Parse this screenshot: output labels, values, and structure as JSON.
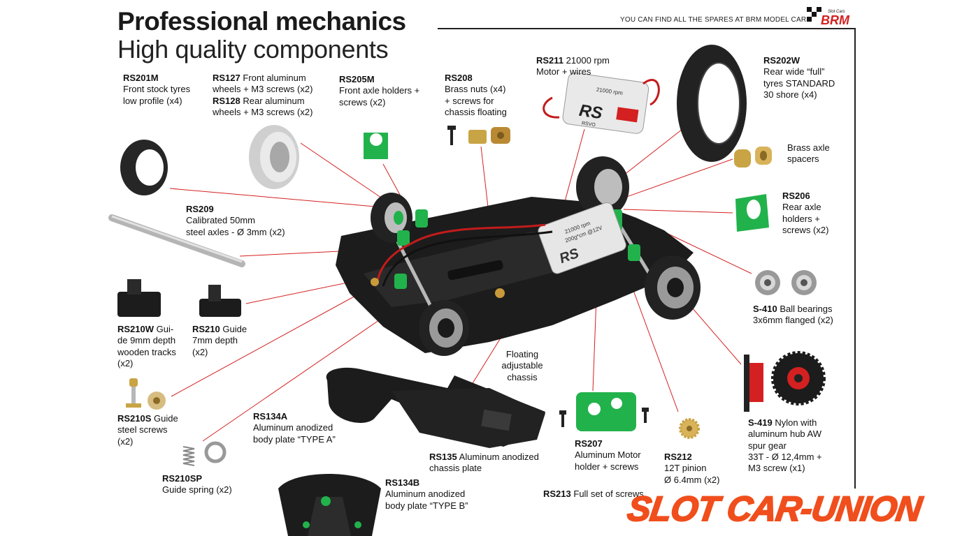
{
  "header": {
    "title": "Professional mechanics",
    "subtitle": "High quality components",
    "note": "YOU CAN FIND ALL THE SPARES AT BRM MODEL CARS",
    "logo_text": "BRM",
    "logo_small": "Slot Cars"
  },
  "parts": [
    {
      "code": "RS201M",
      "desc": "Front stock tyres\nlow profile (x4)"
    },
    {
      "code": "RS127",
      "desc": "Front aluminum\nwheels + M3 screws (x2)"
    },
    {
      "code": "RS128",
      "desc": "Rear aluminum\nwheels + M3 screws (x2)"
    },
    {
      "code": "RS205M",
      "desc": "Front axle holders +\nscrews (x2)"
    },
    {
      "code": "RS208",
      "desc": "Brass nuts (x4)\n+ screws for\nchassis floating"
    },
    {
      "code": "RS211",
      "desc": "21000 rpm\nMotor + wires"
    },
    {
      "code": "RS202W",
      "desc": "Rear wide “full”\ntyres STANDARD\n30 shore (x4)"
    },
    {
      "code": "",
      "desc": "Brass axle\nspacers"
    },
    {
      "code": "RS206",
      "desc": "Rear axle\nholders +\nscrews (x2)"
    },
    {
      "code": "RS209",
      "desc": "Calibrated 50mm\nsteel axles - Ø 3mm (x2)"
    },
    {
      "code": "S-410",
      "desc": "Ball bearings\n3x6mm flanged (x2)"
    },
    {
      "code": "RS210W",
      "desc": "Gui-\nde 9mm depth\nwooden tracks\n(x2)"
    },
    {
      "code": "RS210",
      "desc": "Guide\n7mm depth\n(x2)"
    },
    {
      "code": "",
      "desc": "Floating\nadjustable\nchassis"
    },
    {
      "code": "RS210S",
      "desc": "Guide\nsteel screws\n(x2)"
    },
    {
      "code": "RS134A",
      "desc": "Aluminum anodized\nbody plate “TYPE A”"
    },
    {
      "code": "S-419",
      "desc": "Nylon with\naluminum hub AW\nspur gear\n33T  - Ø 12,4mm +\nM3 screw (x1)"
    },
    {
      "code": "RS207",
      "desc": "Aluminum Motor\nholder + screws"
    },
    {
      "code": "RS212",
      "desc": "12T pinion\nØ 6.4mm (x2)"
    },
    {
      "code": "RS135",
      "desc": "Aluminum anodized\nchassis plate"
    },
    {
      "code": "RS210SP",
      "desc": "Guide spring (x2)"
    },
    {
      "code": "RS134B",
      "desc": "Aluminum anodized\nbody plate “TYPE B”"
    },
    {
      "code": "RS213",
      "desc": "Full set of screws"
    }
  ],
  "motor_print": {
    "line1": "21000 rpm",
    "line2": "200g*cm @12V",
    "brand": "RS",
    "brand_sub": "RSVO"
  },
  "watermark": "SLOT CAR-UNION",
  "colors": {
    "accent_green": "#22b24c",
    "leader_red": "#d42020",
    "brand_orange": "#f04e1c",
    "chassis": "#1c1c1c"
  }
}
